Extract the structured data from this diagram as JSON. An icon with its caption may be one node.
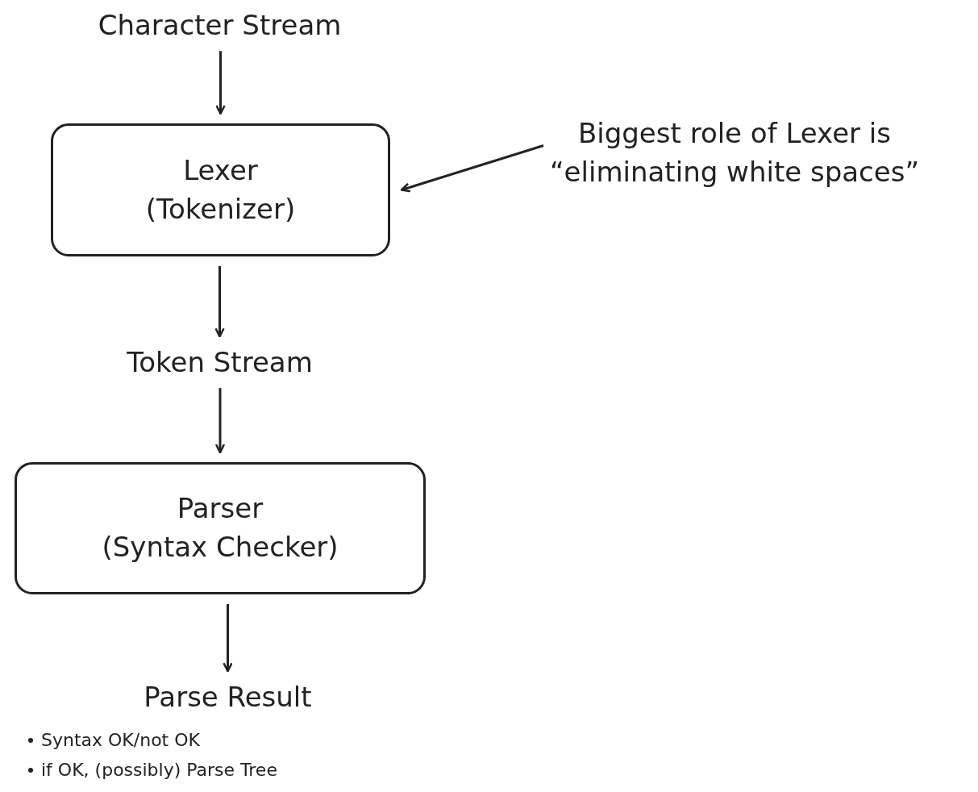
{
  "diagram": {
    "nodes": [
      {
        "text": [
          "Character Stream"
        ]
      },
      {
        "text": [
          "Lexer",
          "(Tokenizer)"
        ]
      },
      {
        "text": [
          "Biggest role of Lexer is “eliminating white spaces”"
        ]
      },
      {
        "text": [
          "Token Stream"
        ]
      },
      {
        "text": [
          "Parser",
          "(Syntax Checker)"
        ]
      },
      {
        "text": [
          "Parse Result"
        ],
        "beside": [
          "Syntax OK/not OK",
          "if OK, (possibly) Parse Tree"
        ]
      }
    ],
    "edges": [
      {
        "from": 0,
        "to": 1,
        "arrow": "to"
      },
      {
        "from": 2,
        "to": 1,
        "arrow": "to"
      },
      {
        "from": 1,
        "to": 3,
        "arrow": "to"
      },
      {
        "from": 3,
        "to": 4,
        "arrow": "to"
      },
      {
        "from": 4,
        "to": 5,
        "arrow": "to"
      }
    ]
  }
}
